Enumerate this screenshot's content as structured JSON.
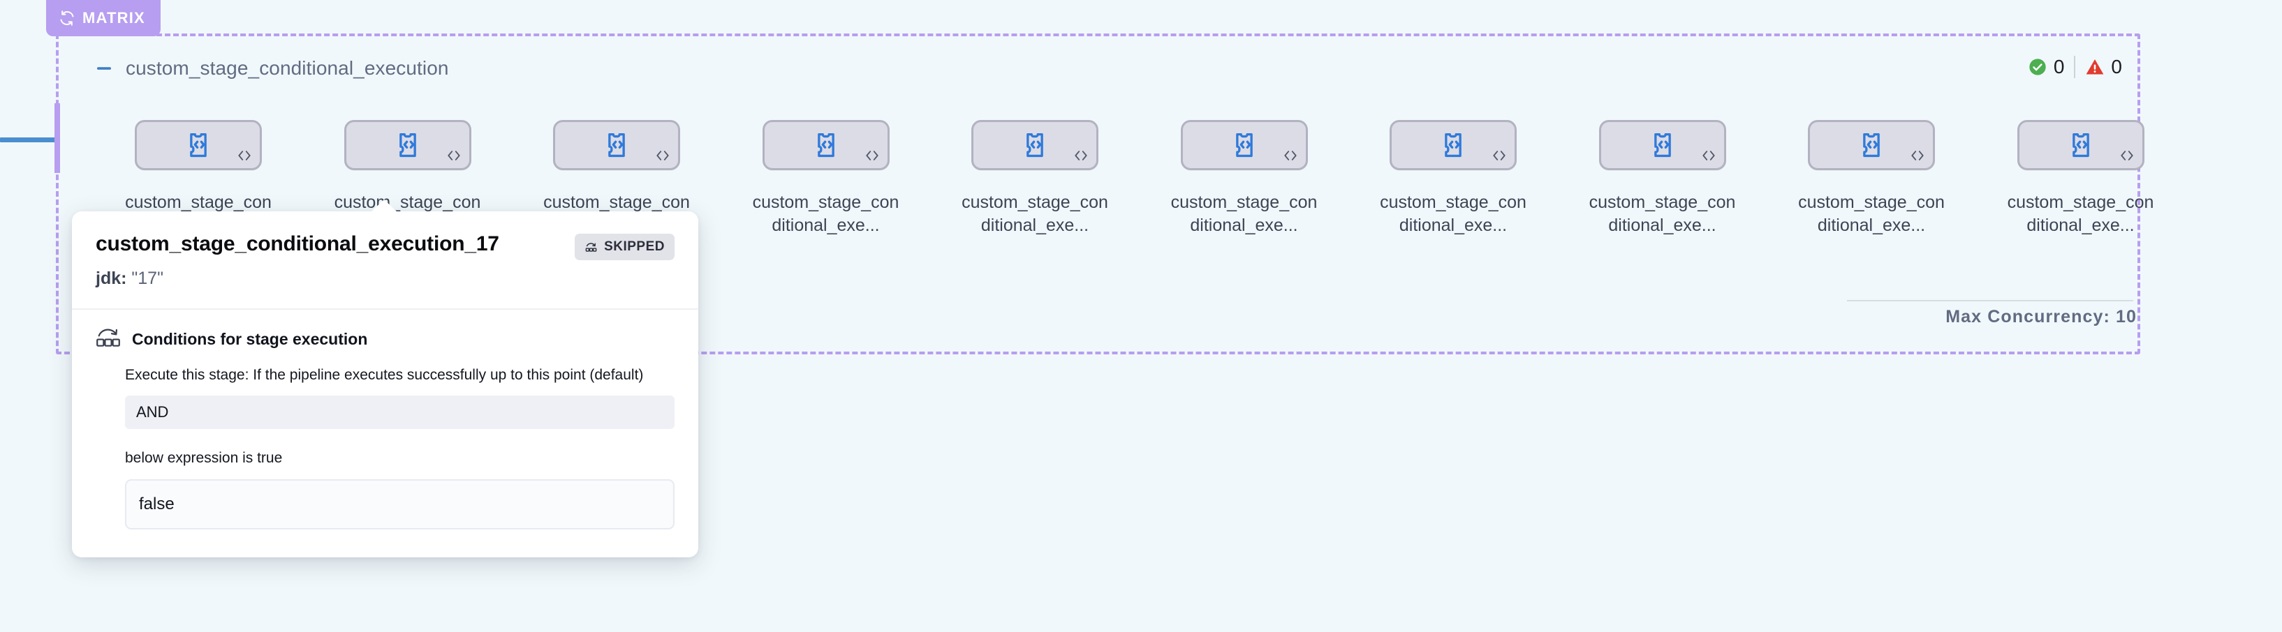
{
  "matrix": {
    "badge_label": "MATRIX",
    "badge_icon": "cycle-icon",
    "badge_color": "#b79ef0",
    "stage_title": "custom_stage_conditional_execution",
    "collapse_icon": "minus-icon",
    "max_concurrency_label": "Max Concurrency: 10",
    "status": {
      "success_icon": "check-circle-icon",
      "success_count": "0",
      "success_color": "#4caf50",
      "warning_icon": "warning-triangle-icon",
      "warning_count": "0",
      "warning_color": "#e03c2f"
    }
  },
  "nodes": [
    {
      "label": "custom_stage_conditional_exe...",
      "icon": "code-puzzle-icon",
      "corner_icon": "code-brackets-icon"
    },
    {
      "label": "custom_stage_conditional_exe...",
      "icon": "code-puzzle-icon",
      "corner_icon": "code-brackets-icon"
    },
    {
      "label": "custom_stage_conditional_exe...",
      "icon": "code-puzzle-icon",
      "corner_icon": "code-brackets-icon"
    },
    {
      "label": "custom_stage_conditional_exe...",
      "icon": "code-puzzle-icon",
      "corner_icon": "code-brackets-icon"
    },
    {
      "label": "custom_stage_conditional_exe...",
      "icon": "code-puzzle-icon",
      "corner_icon": "code-brackets-icon"
    },
    {
      "label": "custom_stage_conditional_exe...",
      "icon": "code-puzzle-icon",
      "corner_icon": "code-brackets-icon"
    },
    {
      "label": "custom_stage_conditional_exe...",
      "icon": "code-puzzle-icon",
      "corner_icon": "code-brackets-icon"
    },
    {
      "label": "custom_stage_conditional_exe...",
      "icon": "code-puzzle-icon",
      "corner_icon": "code-brackets-icon"
    },
    {
      "label": "custom_stage_conditional_exe...",
      "icon": "code-puzzle-icon",
      "corner_icon": "code-brackets-icon"
    },
    {
      "label": "custom_stage_conditional_exe...",
      "icon": "code-puzzle-icon",
      "corner_icon": "code-brackets-icon"
    }
  ],
  "popover": {
    "title": "custom_stage_conditional_execution_17",
    "subtitle_key": "jdk:",
    "subtitle_value": "\"17\"",
    "status_badge": {
      "label": "SKIPPED",
      "icon": "skip-stage-icon"
    },
    "conditions": {
      "icon": "skip-stages-arrow-icon",
      "title": "Conditions for stage execution",
      "description": "Execute this stage: If the pipeline executes successfully up to this point (default)",
      "operator": "AND",
      "note": "below expression is true",
      "expression": "false"
    }
  }
}
